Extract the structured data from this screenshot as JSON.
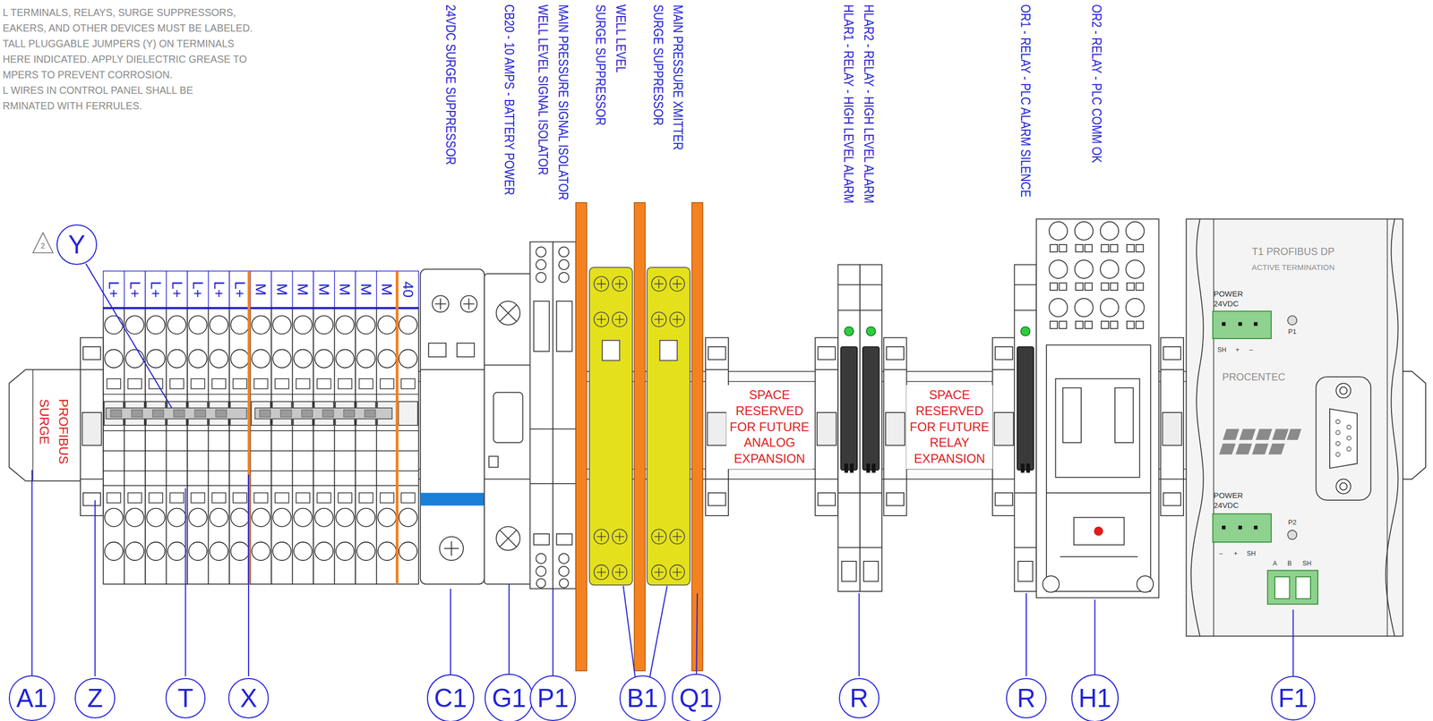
{
  "diagram": {
    "nodes": [
      {
        "text": [
          "Y"
        ]
      },
      {
        "text": [
          "SPACE RESERVED FOR FUTURE ANALOG EXPANSION"
        ]
      },
      {
        "text": [
          "SPACE RESERVED FOR FUTURE RELAY EXPANSION"
        ]
      },
      {
        "text": [
          "A1"
        ]
      },
      {
        "text": [
          "Z"
        ]
      },
      {
        "text": [
          "T"
        ]
      },
      {
        "text": [
          "X"
        ]
      },
      {
        "text": [
          "C1"
        ]
      },
      {
        "text": [
          "G1"
        ]
      },
      {
        "text": [
          "P1"
        ]
      },
      {
        "text": [
          "B1"
        ]
      },
      {
        "text": [
          "Q1"
        ]
      },
      {
        "text": [
          "R"
        ]
      },
      {
        "text": [
          "R"
        ]
      },
      {
        "text": [
          "H1"
        ]
      },
      {
        "text": [
          "F1"
        ]
      }
    ],
    "labels": [
      "L TERMINALS, RELAYS, SURGE SUPPRESSORS,",
      "EAKERS, AND OTHER DEVICES MUST BE LABELED.",
      "TALL PLUGGABLE JUMPERS (Y) ON TERMINALS",
      "HERE INDICATED.  APPLY DIELECTRIC GREASE TO",
      "MPERS TO PREVENT CORROSION.",
      "L WIRES IN CONTROL PANEL SHALL BE",
      "RMINATED WITH FERRULES.",
      "24VDC SURGE SUPPRESSOR",
      "CB20 - 10 AMPS - BATTERY POWER",
      "MAIN PRESSURE SIGNAL ISOLATOR",
      "WELL LEVEL SIGNAL ISOLATOR",
      "WELL LEVEL",
      "SURGE SUPPRESSOR",
      "MAIN PRESSURE XMITTER",
      "SURGE SUPPRESSOR",
      "HLAR2 - RELAY - HIGH LEVEL ALARM",
      "HLAR1 - RELAY - HIGH LEVEL ALARM",
      "OR1 - RELAY - PLC ALARM SILENCE",
      "OR2 - RELAY - PLC COMM OK",
      "L+",
      "L+",
      "L+",
      "L+",
      "L+",
      "L+",
      "L+",
      "M",
      "M",
      "M",
      "M",
      "M",
      "M",
      "M",
      "40",
      "PROFIBUS",
      "SURGE",
      "T1 PROFIBUS DP",
      "ACTIVE TERMINATION",
      "POWER",
      "24VDC",
      "SH",
      "+",
      "–",
      "P1",
      "PROCENTEC",
      "POWER",
      "24VDC",
      "–",
      "+",
      "SH",
      "P2",
      "A",
      "B",
      "SH",
      "2"
    ]
  }
}
